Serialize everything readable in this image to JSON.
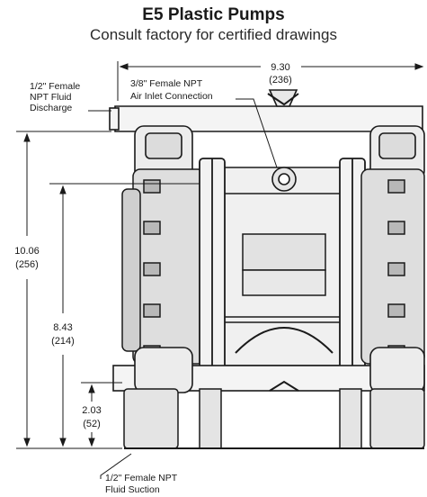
{
  "header": {
    "title": "E5 Plastic Pumps",
    "subtitle": "Consult factory for certified drawings"
  },
  "callouts": {
    "fluid_discharge": [
      "1/2\" Female",
      "NPT Fluid",
      "Discharge"
    ],
    "air_inlet": [
      "3/8\" Female NPT",
      "Air Inlet Connection"
    ],
    "fluid_suction": [
      "1/2\" Female NPT",
      "Fluid Suction"
    ]
  },
  "dimensions": {
    "width": {
      "in": "9.30",
      "mm": "(236)"
    },
    "overall_height": {
      "in": "10.06",
      "mm": "(256)"
    },
    "discharge_height": {
      "in": "8.43",
      "mm": "(214)"
    },
    "suction_height": {
      "in": "2.03",
      "mm": "(52)"
    }
  }
}
